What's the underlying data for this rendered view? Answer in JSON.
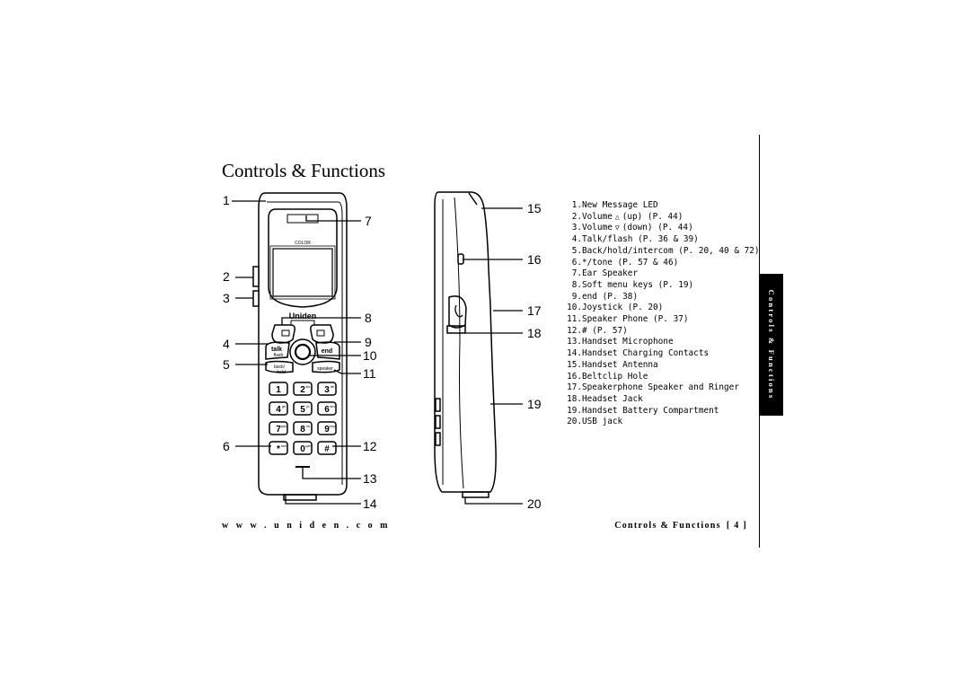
{
  "page": {
    "title": "Controls & Functions",
    "side_tab_label": "Controls & Functions",
    "footer_left": "w w w . u n i d e n . c o m",
    "footer_right_title": "Controls & Functions",
    "footer_right_page": "[ 4 ]"
  },
  "phone": {
    "brand": "Uniden",
    "screen_label": "COLOR",
    "talk_key": "talk",
    "flash_key": "flash",
    "end_key": "end",
    "back_key": "back/",
    "hold_key": "hold",
    "speaker_key": "speaker",
    "keypad": [
      "1",
      "2",
      "3",
      "4",
      "5",
      "6",
      "7",
      "8",
      "9",
      "*",
      "0",
      "#"
    ],
    "key_letters": [
      "",
      "abc",
      "def",
      "ghi",
      "jkl",
      "mno",
      "pqrs",
      "tuv",
      "wxyz",
      "tone",
      "oper",
      ""
    ]
  },
  "callouts_front": [
    "1",
    "7",
    "2",
    "3",
    "8",
    "4",
    "9",
    "10",
    "5",
    "11",
    "6",
    "12",
    "13",
    "14"
  ],
  "callouts_side": [
    "15",
    "16",
    "17",
    "18",
    "19",
    "20"
  ],
  "legend": [
    {
      "num": "1.",
      "text": "New Message LED"
    },
    {
      "num": "2.",
      "pre": "Volume",
      "icon": "triangle-up-icon",
      "post": "(up) (P. 44)"
    },
    {
      "num": "3.",
      "pre": "Volume",
      "icon": "triangle-down-icon",
      "post": "(down) (P. 44)"
    },
    {
      "num": "4.",
      "text": "Talk/flash (P. 36 & 39)"
    },
    {
      "num": "5.",
      "text": "Back/hold/intercom (P. 20, 40 & 72)"
    },
    {
      "num": "6.",
      "text": "*/tone (P. 57 & 46)"
    },
    {
      "num": "7.",
      "text": "Ear Speaker"
    },
    {
      "num": "8.",
      "text": "Soft menu keys (P. 19)"
    },
    {
      "num": "9.",
      "text": "end (P. 38)"
    },
    {
      "num": "10.",
      "text": "Joystick (P. 20)"
    },
    {
      "num": "11.",
      "text": "Speaker Phone (P. 37)"
    },
    {
      "num": "12.",
      "text": "# (P. 57)"
    },
    {
      "num": "13.",
      "text": "Handset Microphone"
    },
    {
      "num": "14.",
      "text": "Handset Charging Contacts"
    },
    {
      "num": "15.",
      "text": "Handset Antenna"
    },
    {
      "num": "16.",
      "text": "Beltclip Hole"
    },
    {
      "num": "17.",
      "text": "Speakerphone Speaker and Ringer"
    },
    {
      "num": "18.",
      "text": "Headset Jack"
    },
    {
      "num": "19.",
      "text": "Handset Battery Compartment"
    },
    {
      "num": "20.",
      "text": "USB jack"
    }
  ]
}
